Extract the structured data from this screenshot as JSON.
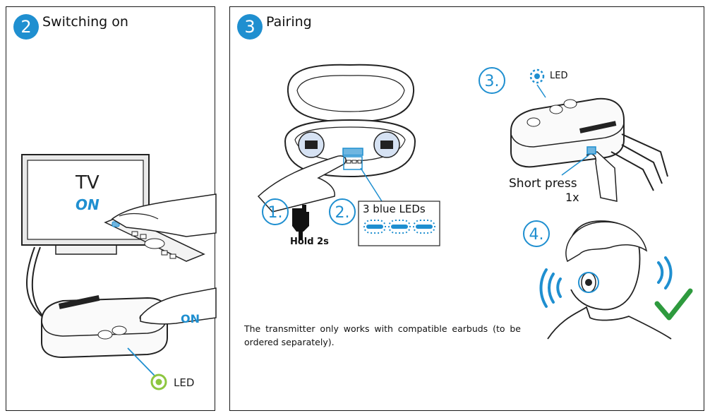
{
  "switching_on": {
    "step_number": "2",
    "title": "Switching on",
    "tv_label": "TV",
    "tv_on": "ON",
    "transmitter_on": "ON",
    "led_label": "LED"
  },
  "pairing": {
    "step_number": "3",
    "title": "Pairing",
    "step1": "1.",
    "step1_caption": "Hold 2s",
    "step2": "2.",
    "step2_caption": "3 blue LEDs",
    "step3": "3.",
    "step3_led_label": "LED",
    "short_press": "Short press",
    "short_press_count": "1x",
    "step4": "4.",
    "note": "The transmitter only works with compatible earbuds (to be ordered  separately)."
  },
  "colors": {
    "accent_blue": "#1f8fd0",
    "led_green": "#8dc63f",
    "check_green": "#2e9a3e"
  }
}
